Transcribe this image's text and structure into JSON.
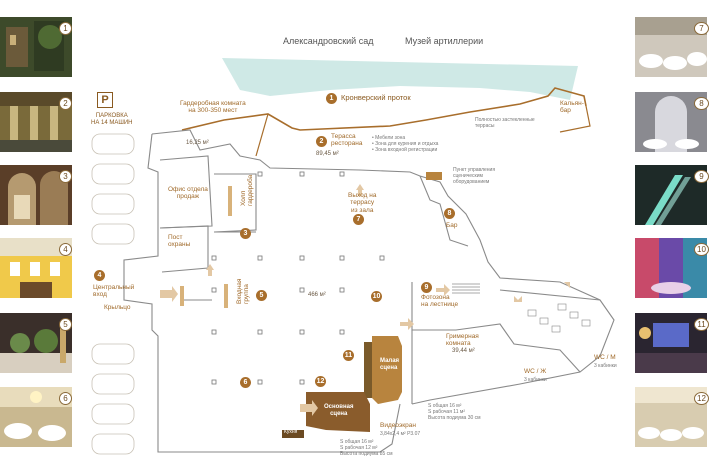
{
  "thumbs_left": [
    "1",
    "2",
    "3",
    "4",
    "5",
    "6"
  ],
  "thumbs_right": [
    "7",
    "8",
    "9",
    "10",
    "11",
    "12"
  ],
  "top": {
    "garden": "Александровский сад",
    "museum": "Музей артиллерии",
    "canal": "Кронверский проток",
    "canal_num": "1"
  },
  "parking": {
    "icon": "P",
    "label": "ПАРКОВКА\nНА 14 МАШИН"
  },
  "rooms": {
    "wardrobe": "Гардеробная комната\nна 300-350 мест",
    "wardrobe_area": "16,25 м²",
    "terrace": "Терасса\nресторана",
    "terrace_num": "2",
    "terrace_area": "89,45 м²",
    "terrace_notes": "• Мебели зона\n• Зона для курения и отдыха\n• Зона входной регистрации",
    "panoramic": "Полностью застекленные\nтеррасы",
    "hookah": "Кальян-\nбар",
    "sales": "Офис отдела\nпродаж",
    "security": "Пост\nохраны",
    "hall": "Холл\nгардероба",
    "hall_num": "3",
    "entrance": "Центральный\nвход",
    "entrance_num": "4",
    "porch": "Крыльцо",
    "groups": "Входная\nгруппа",
    "groups_num": "5",
    "main_area": "466 м²",
    "main_num": "6",
    "exit": "Выход на\nтеррасу\nиз зала",
    "exit_num": "7",
    "bar": "Бар",
    "bar_num": "8",
    "control": "Пункт управления\nсценическим\nоборудованием",
    "photo": "Фотозона\nна лестнице",
    "photo_num": "9",
    "num10": "10",
    "small_stage": "Малая\nсцена",
    "small_stage_num": "11",
    "main_stage": "Основная\nсцена",
    "main_stage_num": "12",
    "dressing": "Гримерная\nкомната",
    "dressing_area": "39,44 м²",
    "stage_notes": "S общая 16 м²\nS рабочая 11 м²\nВысота подиума 30 см",
    "video": "Видеоэкран",
    "video_size": "3,84х2,4 м² P3.07",
    "main_stage_notes": "S общая 16 м²\nS рабочая 12 м²\nВысота подиума 85 см",
    "wc_m": "WC / M",
    "wc_m_cab": "3 кабинки",
    "wc_w": "WC / Ж",
    "wc_w_cab": "3 кабинки",
    "kitchen_tag": "Кухня"
  },
  "colors": {
    "accent": "#a86e2c",
    "water": "#cfe9e6",
    "wall": "#8a8a8a"
  }
}
